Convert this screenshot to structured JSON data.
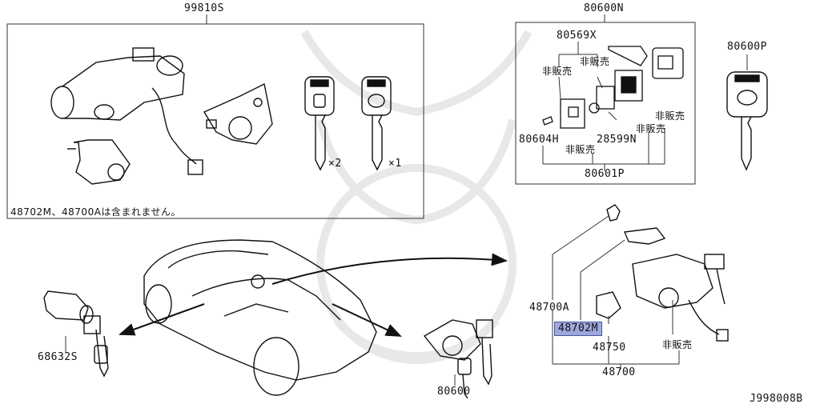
{
  "diagram": {
    "kit_label": "99810S",
    "kit_note": "48702M、48700Aは含まれません。",
    "key_qty_a": "×2",
    "key_qty_b": "×1",
    "keyset_label": "80600N",
    "label_80569x": "80569X",
    "label_80604h": "80604H",
    "label_28599n": "28599N",
    "label_80601p": "80601P",
    "not_for_sale": "非販売",
    "blank_key_label": "80600P",
    "door_cyl_label": "68632S",
    "door_lock_label": "80600",
    "label_48700a": "48700A",
    "label_48702m": "48702M",
    "label_48750": "48750",
    "label_48700": "48700",
    "drawing_code": "J998008B",
    "highlight_color": "#9ea8dd"
  }
}
